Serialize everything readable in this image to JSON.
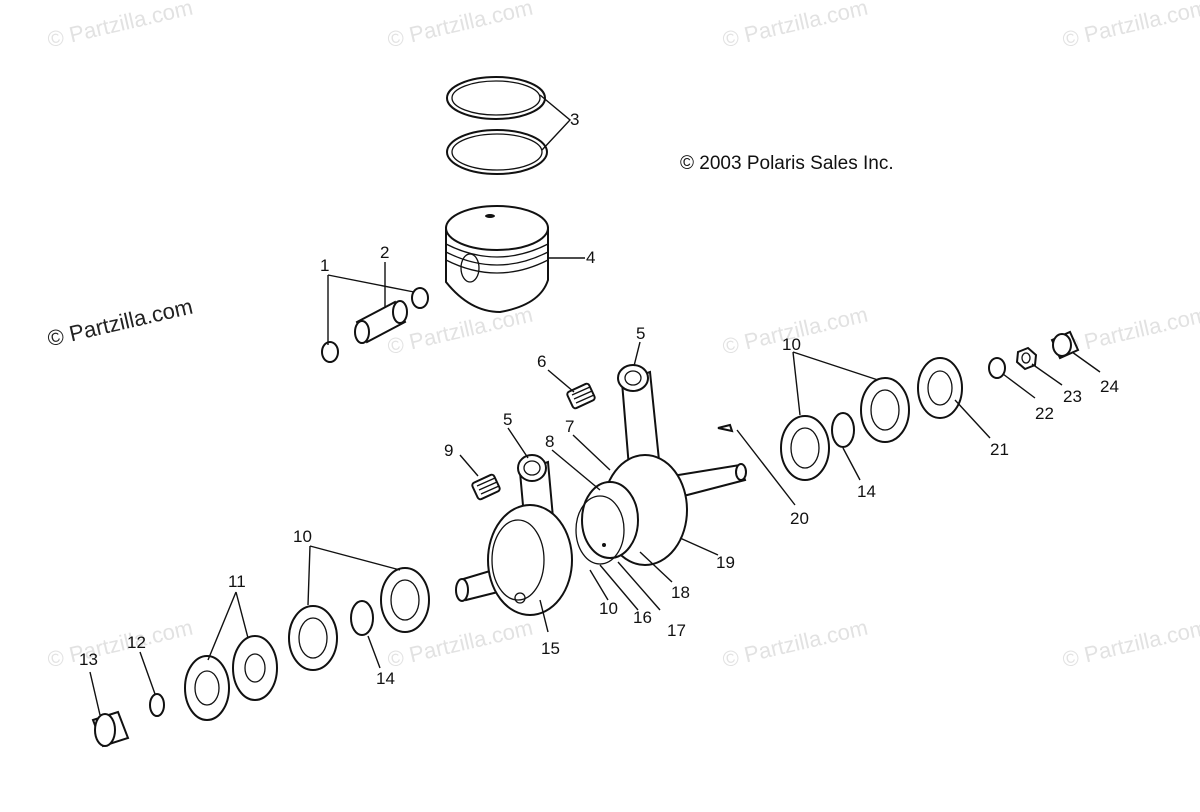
{
  "diagram": {
    "copyright": "© 2003 Polaris Sales Inc.",
    "watermark": "© Partzilla.com",
    "primary_watermark": "© Partzilla.com",
    "callouts": [
      {
        "id": "c3",
        "label": "3"
      },
      {
        "id": "c4",
        "label": "4"
      },
      {
        "id": "c1",
        "label": "1"
      },
      {
        "id": "c2",
        "label": "2"
      },
      {
        "id": "c5a",
        "label": "5"
      },
      {
        "id": "c6",
        "label": "6"
      },
      {
        "id": "c5b",
        "label": "5"
      },
      {
        "id": "c7",
        "label": "7"
      },
      {
        "id": "c8",
        "label": "8"
      },
      {
        "id": "c9",
        "label": "9"
      },
      {
        "id": "c10a",
        "label": "10"
      },
      {
        "id": "c14a",
        "label": "14"
      },
      {
        "id": "c20",
        "label": "20"
      },
      {
        "id": "c21",
        "label": "21"
      },
      {
        "id": "c22",
        "label": "22"
      },
      {
        "id": "c23",
        "label": "23"
      },
      {
        "id": "c24",
        "label": "24"
      },
      {
        "id": "c19",
        "label": "19"
      },
      {
        "id": "c18",
        "label": "18"
      },
      {
        "id": "c17",
        "label": "17"
      },
      {
        "id": "c16",
        "label": "16"
      },
      {
        "id": "c10b",
        "label": "10"
      },
      {
        "id": "c15",
        "label": "15"
      },
      {
        "id": "c10c",
        "label": "10"
      },
      {
        "id": "c11",
        "label": "11"
      },
      {
        "id": "c12",
        "label": "12"
      },
      {
        "id": "c13",
        "label": "13"
      },
      {
        "id": "c14b",
        "label": "14"
      }
    ]
  }
}
